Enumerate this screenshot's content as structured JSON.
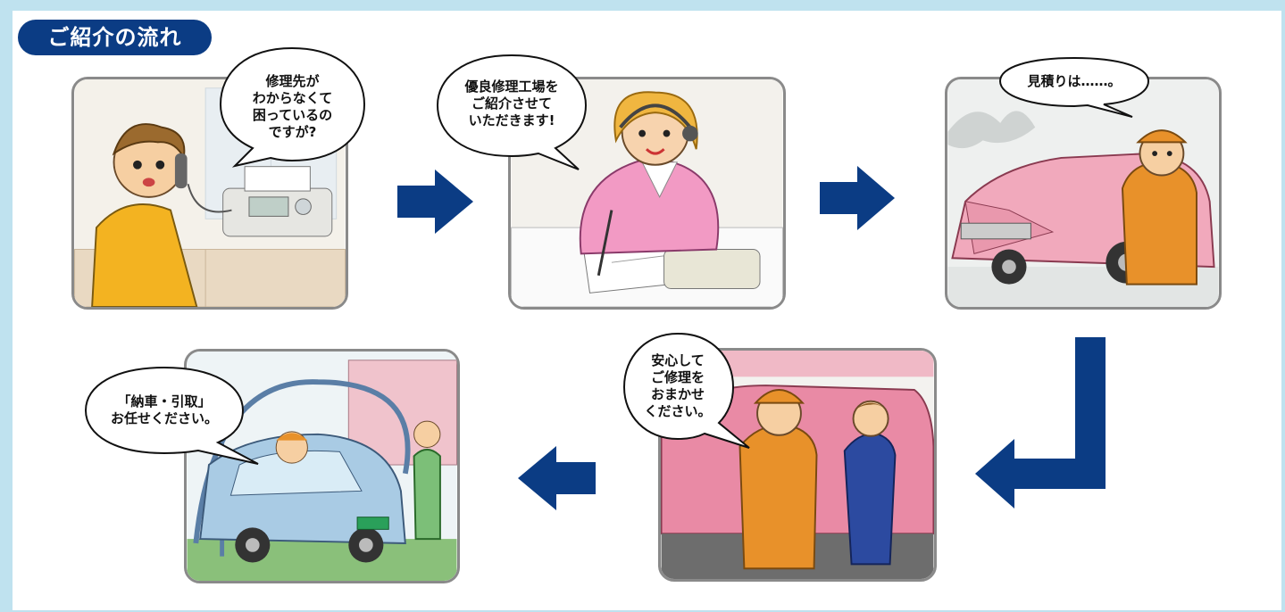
{
  "colors": {
    "brand": "#0b3c84",
    "background": "#bfe2ef",
    "frame": "#8a8a8a"
  },
  "title": "ご紹介の流れ",
  "steps": [
    {
      "scene": "customer-phone-icon",
      "bubble": "修理先が\nわからなくて\n困っているの\nですが?"
    },
    {
      "scene": "operator-headset-icon",
      "bubble": "優良修理工場を\nご紹介させて\nいただきます!"
    },
    {
      "scene": "damaged-car-mechanic-icon",
      "bubble": "見積りは……。"
    },
    {
      "scene": "mechanic-customer-garage-icon",
      "bubble": "安心して\nご修理を\nおまかせ\nください。"
    },
    {
      "scene": "car-delivery-icon",
      "bubble": "「納車・引取」\nお任せください。"
    }
  ],
  "arrows": [
    "arrow-right-icon",
    "arrow-right-icon",
    "arrow-turn-down-left-icon",
    "arrow-left-icon"
  ]
}
